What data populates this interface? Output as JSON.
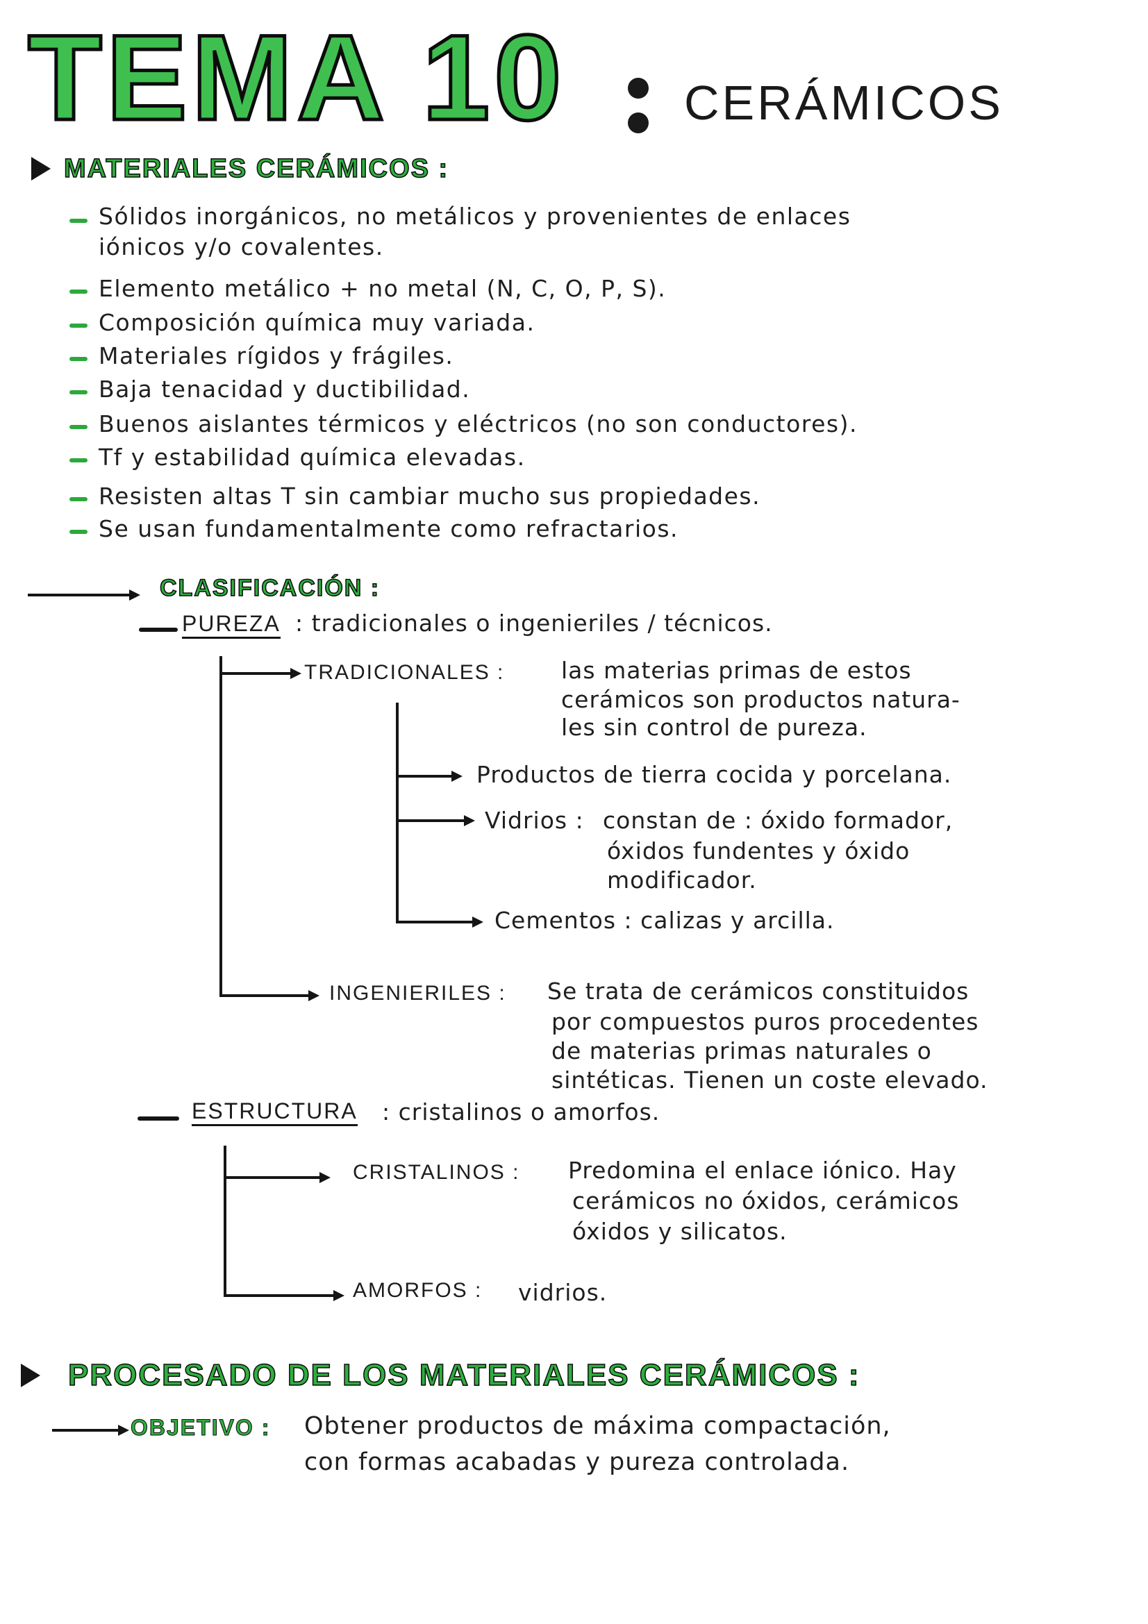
{
  "title": {
    "main": "TEMA 10",
    "sub": "CERÁMICOS"
  },
  "section1": {
    "heading": "MATERIALES CERÁMICOS :",
    "bullets": [
      "Sólidos inorgánicos, no metálicos y provenientes de enlaces",
      "iónicos y/o covalentes.",
      "Elemento metálico + no metal (N, C, O, P, S).",
      "Composición química muy variada.",
      "Materiales rígidos y frágiles.",
      "Baja tenacidad y ductibilidad.",
      "Buenos aislantes térmicos y eléctricos (no son conductores).",
      "Tf y estabilidad química elevadas.",
      "Resisten altas T sin cambiar mucho sus propiedades.",
      "Se usan fundamentalmente como refractarios."
    ]
  },
  "clasificacion": {
    "heading": "CLASIFICACIÓN :",
    "pureza": {
      "label": "PUREZA",
      "text": ": tradicionales o ingenieriles / técnicos.",
      "tradicionales": {
        "label": "TRADICIONALES :",
        "lines": [
          "las materias primas de estos",
          "cerámicos son productos natura-",
          "les sin control de pureza."
        ],
        "sub": {
          "productos": "Productos de tierra cocida y porcelana.",
          "vidrios_label": "Vidrios :",
          "vidrios_lines": [
            "constan de : óxido formador,",
            "óxidos fundentes y óxido",
            "modificador."
          ],
          "cementos": "Cementos : calizas y arcilla."
        }
      },
      "ingenieriles": {
        "label": "INGENIERILES :",
        "lines": [
          "Se trata de cerámicos constituidos",
          "por compuestos puros procedentes",
          "de materias primas naturales o",
          "sintéticas. Tienen un coste elevado."
        ]
      }
    },
    "estructura": {
      "label": "ESTRUCTURA",
      "text": ": cristalinos o amorfos.",
      "cristalinos": {
        "label": "CRISTALINOS :",
        "lines": [
          "Predomina el enlace iónico. Hay",
          "cerámicos no óxidos, cerámicos",
          "óxidos y silicatos."
        ]
      },
      "amorfos": {
        "label": "AMORFOS :",
        "text": "vidrios."
      }
    }
  },
  "section2": {
    "heading": "PROCESADO DE LOS MATERIALES CERÁMICOS :",
    "objetivo_label": "OBJETIVO :",
    "objetivo_lines": [
      "Obtener productos de máxima compactación,",
      "con formas acabadas y pureza controlada."
    ]
  },
  "colors": {
    "accent_green": "#3fbf4f",
    "ink": "#151515"
  }
}
